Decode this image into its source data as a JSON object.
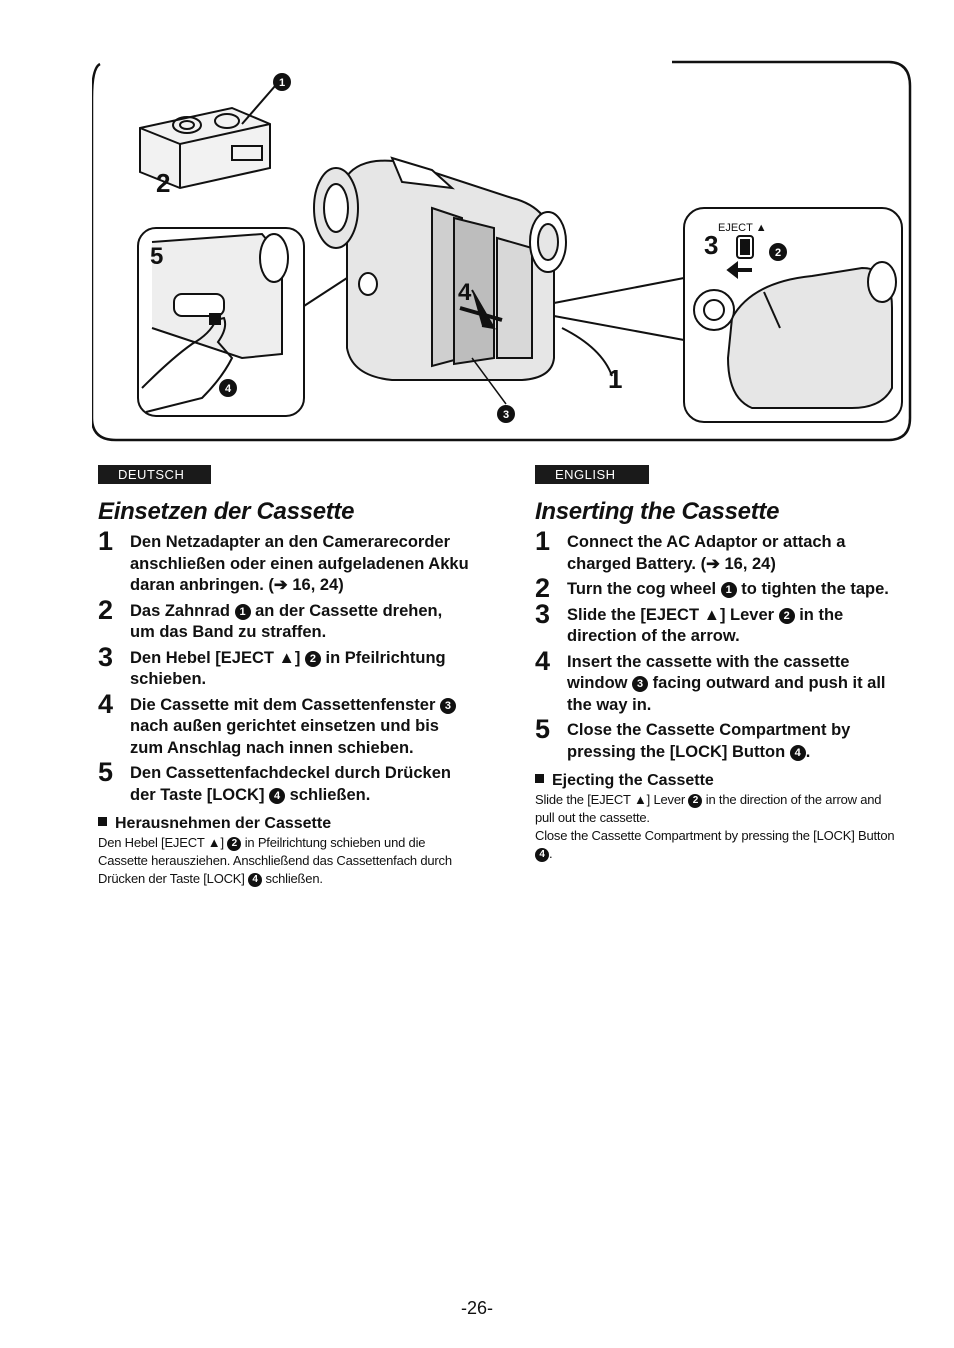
{
  "figure": {
    "labels": {
      "n1": "1",
      "n2": "2",
      "n3": "3",
      "n4": "4",
      "n5": "5",
      "eject": "EJECT ▲",
      "m1": "1",
      "m2": "2",
      "m3": "3",
      "m4": "4"
    }
  },
  "deutsch": {
    "tag": "DEUTSCH",
    "title": "Einsetzen der Cassette",
    "steps": [
      {
        "num": "1",
        "a": "Den Netzadapter an den Camerarecorder anschließen oder einen aufgeladenen Akku daran anbringen. (➔ 16, 24)"
      },
      {
        "num": "2",
        "a": "Das Zahnrad ",
        "m": "1",
        "b": " an der Cassette drehen, um das Band zu straffen."
      },
      {
        "num": "3",
        "a": "Den Hebel [EJECT ▲] ",
        "m": "2",
        "b": " in Pfeilrichtung schieben."
      },
      {
        "num": "4",
        "a": "Die Cassette mit dem Cassettenfenster ",
        "m": "3",
        "b": " nach außen gerichtet einsetzen und bis zum Anschlag nach innen schieben."
      },
      {
        "num": "5",
        "a": "Den Cassettenfachdeckel durch Drücken der Taste [LOCK] ",
        "m": "4",
        "b": " schließen."
      }
    ],
    "sub_head": "Herausnehmen der Cassette",
    "note": {
      "a": "Den Hebel [EJECT ▲] ",
      "m1": "2",
      "b": " in Pfeilrichtung schieben und die Cassette herausziehen. Anschließend das Cassettenfach durch Drücken der Taste [LOCK] ",
      "m2": "4",
      "c": " schließen."
    }
  },
  "english": {
    "tag": "ENGLISH",
    "title": "Inserting the Cassette",
    "steps": [
      {
        "num": "1",
        "a": "Connect the AC Adaptor or attach a charged Battery. (➔ 16, 24)"
      },
      {
        "num": "2",
        "a": "Turn the cog wheel ",
        "m": "1",
        "b": " to tighten the tape."
      },
      {
        "num": "3",
        "a": "Slide the [EJECT ▲] Lever ",
        "m": "2",
        "b": " in the direction of the arrow."
      },
      {
        "num": "4",
        "a": "Insert the cassette with the cassette window ",
        "m": "3",
        "b": " facing outward and push it all the way in."
      },
      {
        "num": "5",
        "a": "Close the Cassette Compartment by pressing the [LOCK] Button ",
        "m": "4",
        "b": "."
      }
    ],
    "sub_head": "Ejecting the Cassette",
    "note": {
      "a": "Slide the [EJECT ▲] Lever ",
      "m1": "2",
      "b": " in the direction of the arrow and pull out the cassette.",
      "c": "Close the Cassette Compartment by pressing the [LOCK] Button ",
      "m2": "4",
      "d": "."
    }
  },
  "page_number": "-26-"
}
